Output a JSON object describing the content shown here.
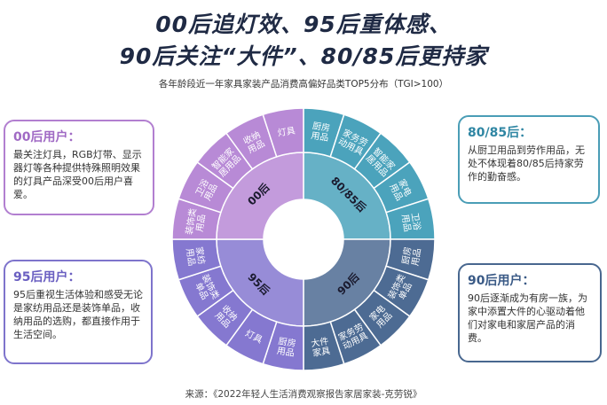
{
  "title_line1": "00后追灯效、95后重体感、",
  "title_line2": "90后关注“大件”、80/85后更持家",
  "chart_data": {
    "type": "sunburst",
    "title": "各年龄段近一年家具家装产品消费高偏好品类TOP5分布（TGI>100）",
    "groups": [
      {
        "name": "80/85后",
        "color": "#4ba3bc",
        "items": [
          "厨房用品",
          "家务劳动用具",
          "智能家居用品",
          "家电用品",
          "卫浴用品"
        ]
      },
      {
        "name": "90后",
        "color": "#4d6b93",
        "items": [
          "厨房用品",
          "装饰类单品",
          "家电用品",
          "家务劳动用具",
          "大件家具"
        ]
      },
      {
        "name": "95后",
        "color": "#8578d0",
        "items": [
          "厨房用品",
          "灯具",
          "收纳用品",
          "装饰类单品",
          "家纺用品"
        ]
      },
      {
        "name": "00后",
        "color": "#b88ad6",
        "items": [
          "装饰类用品",
          "卫浴用品",
          "智能家居用品",
          "收纳用品",
          "灯具"
        ]
      }
    ]
  },
  "cards": {
    "c00": {
      "title": "00后用户：",
      "body": "最关注灯具，RGB灯带、显示器灯等各种提供特殊照明效果的灯具产品深受00后用户喜爱。"
    },
    "c95": {
      "title": "95后用户：",
      "body": "95后重视生活体验和感受无论是家纺用品还是装饰单品，收纳用品的选购，都直接作用于生活空间。"
    },
    "c80": {
      "title": "80/85后：",
      "body": "从厨卫用品到劳作用品，无处不体现着80/85后持家劳作的勤奋感。"
    },
    "c90": {
      "title": "90后用户：",
      "body": "90后逐渐成为有房一族，为家中添置大件的心驱动着他们对家电和家居产品的消费。"
    }
  },
  "source": "来源：《2022年轻人生活消费观察报告家居家装-克劳锐》"
}
